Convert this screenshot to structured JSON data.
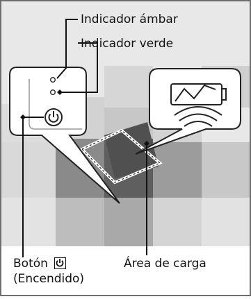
{
  "labels": {
    "amber_indicator": "Indicador ámbar",
    "green_indicator": "Indicador verde",
    "power_button": "Botón",
    "power_button_sub": "(Encendido)",
    "charging_area": "Área de carga"
  },
  "icons": {
    "power": "power-icon",
    "battery": "battery-charging-icon",
    "wireless": "wireless-signal-icon"
  },
  "colors": {
    "frame_border": "#6e6e6e",
    "panel_bg": "#ffffff",
    "tile_light": "#e9e9e9",
    "tile_mid": "#bdbdbd",
    "tile_dark": "#7f7f7f",
    "charging_area_fill": "#555555"
  }
}
